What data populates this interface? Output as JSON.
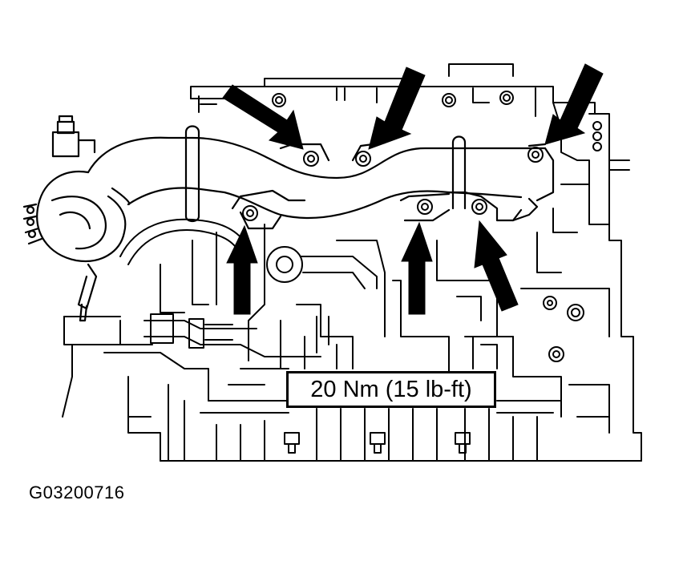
{
  "figure": {
    "torque_callout": "20 Nm (15 lb-ft)",
    "figure_id": "G03200716"
  },
  "colors": {
    "line": "#000000",
    "background": "#ffffff"
  },
  "arrows": [
    {
      "name": "arrow-bolt-upper-left",
      "points_to": "upper flange bolt 1"
    },
    {
      "name": "arrow-bolt-upper-center",
      "points_to": "upper flange bolt 2"
    },
    {
      "name": "arrow-bolt-upper-right",
      "points_to": "upper flange bolt 3"
    },
    {
      "name": "arrow-bolt-lower-left",
      "points_to": "lower flange bolt 1"
    },
    {
      "name": "arrow-bolt-lower-center",
      "points_to": "lower flange bolt 2"
    },
    {
      "name": "arrow-bolt-lower-right",
      "points_to": "lower flange bolt 3"
    }
  ]
}
